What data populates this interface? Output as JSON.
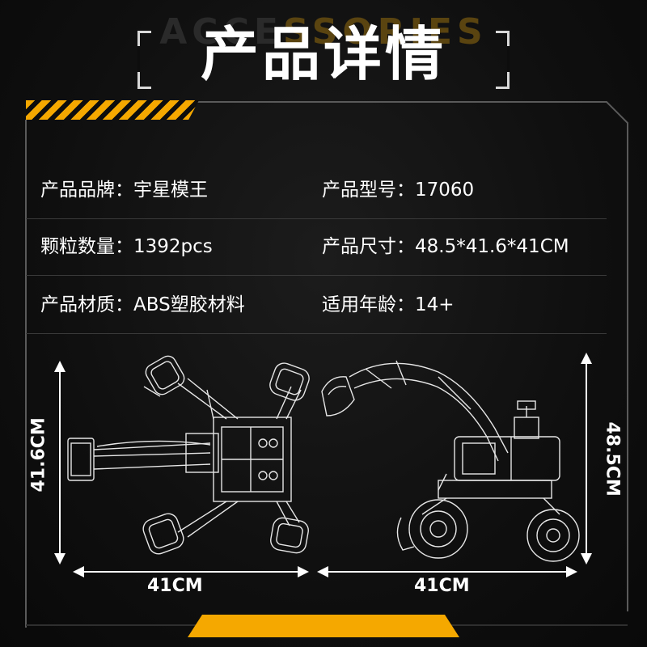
{
  "header": {
    "bg_word_left": "ACCE",
    "bg_word_right": "SSORIES",
    "title": "产品详情"
  },
  "specs": [
    {
      "left_label": "产品品牌：",
      "left_value": "宇星模王",
      "right_label": "产品型号：",
      "right_value": "17060"
    },
    {
      "left_label": "颗粒数量：",
      "left_value": "1392pcs",
      "right_label": "产品尺寸：",
      "right_value": "48.5*41.6*41CM"
    },
    {
      "left_label": "产品材质：",
      "left_value": "ABS塑胶材料",
      "right_label": "适用年龄：",
      "right_value": "14+"
    }
  ],
  "dimensions": {
    "top_view_height": "41.6CM",
    "top_view_width": "41CM",
    "side_view_width": "41CM",
    "side_view_height": "48.5CM"
  },
  "colors": {
    "accent": "#f5a800",
    "background": "#0d0d0d",
    "text": "#ffffff"
  }
}
